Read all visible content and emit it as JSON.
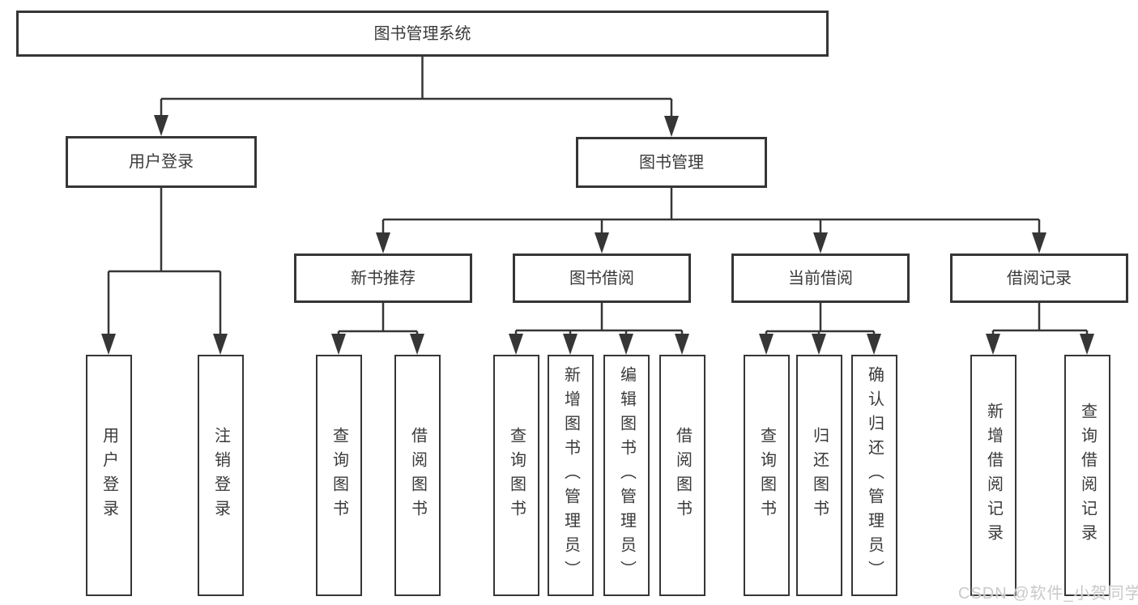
{
  "diagram": {
    "title_node": {
      "label": "图书管理系统"
    },
    "level2": [
      {
        "label": "用户登录"
      },
      {
        "label": "图书管理"
      }
    ],
    "level3": [
      {
        "label": "新书推荐"
      },
      {
        "label": "图书借阅"
      },
      {
        "label": "当前借阅"
      },
      {
        "label": "借阅记录"
      }
    ],
    "leaves": {
      "user_login": [
        {
          "label": "用户登录"
        },
        {
          "label": "注销登录"
        }
      ],
      "new_books": [
        {
          "label": "查询图书"
        },
        {
          "label": "借阅图书"
        }
      ],
      "book_borrow": [
        {
          "label": "查询图书"
        },
        {
          "label": "新增图书（管理员）"
        },
        {
          "label": "编辑图书（管理员）"
        },
        {
          "label": "借阅图书"
        }
      ],
      "current_borrow": [
        {
          "label": "查询图书"
        },
        {
          "label": "归还图书"
        },
        {
          "label": "确认归还（管理员）"
        }
      ],
      "borrow_records": [
        {
          "label": "新增借阅记录"
        },
        {
          "label": "查询借阅记录"
        }
      ]
    }
  },
  "watermark": {
    "text": "CSDN @软件_小贺同学"
  },
  "colors": {
    "line": "#363636",
    "box_border": "#363636",
    "text": "#3a3a3a",
    "watermark": "#c9c9c9",
    "background": "#ffffff"
  }
}
